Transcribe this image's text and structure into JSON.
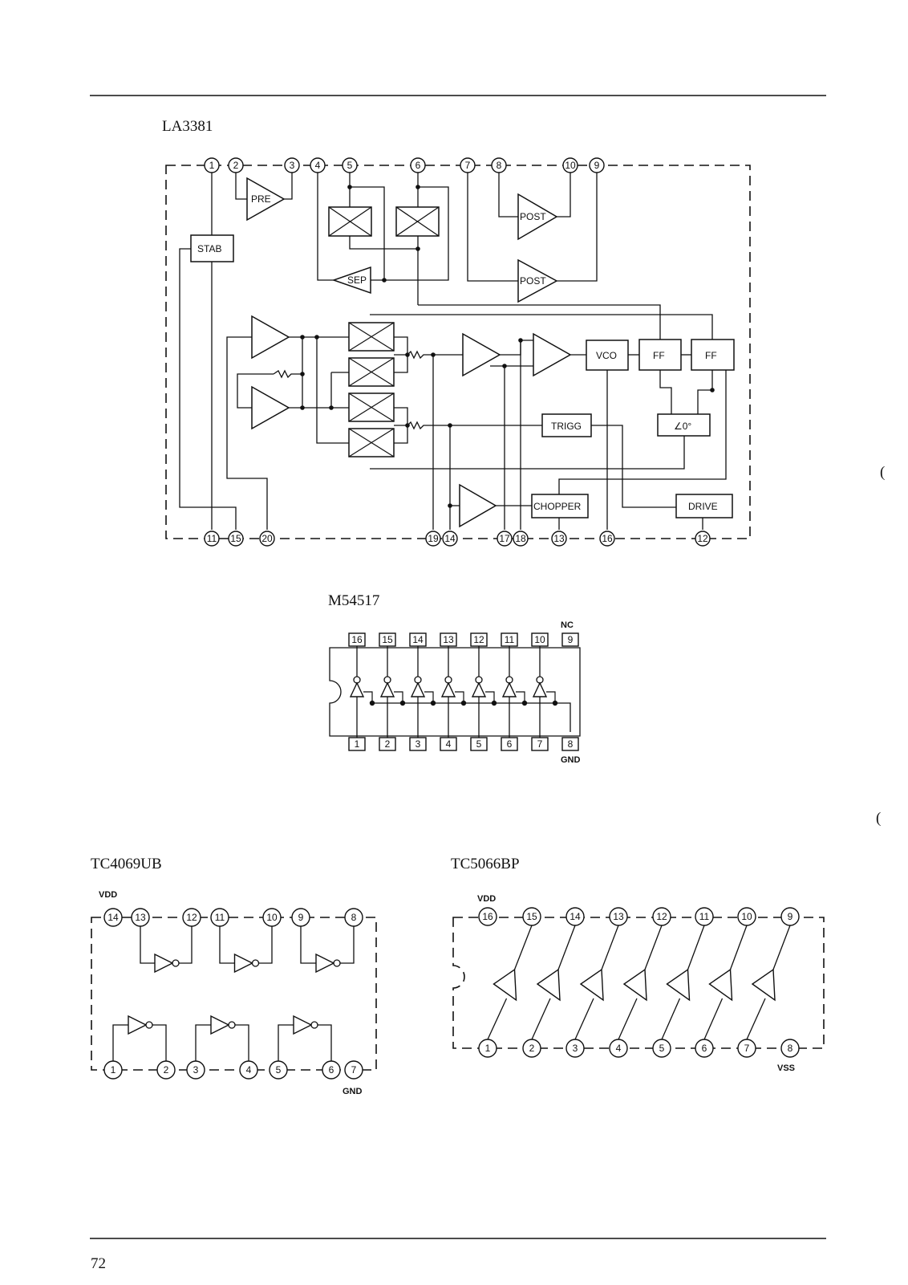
{
  "page_number": "72",
  "diagrams": [
    {
      "title": "LA3381",
      "blocks": [
        "PRE",
        "STAB",
        "SEP",
        "POST",
        "POST",
        "VCO",
        "FF",
        "FF",
        "TRIGG",
        "∠0°",
        "CHOPPER",
        "DRIVE"
      ],
      "top_pins": [
        "1",
        "2",
        "3",
        "4",
        "5",
        "6",
        "7",
        "8",
        "10",
        "9"
      ],
      "bottom_pins": [
        "11",
        "15",
        "20",
        "19",
        "14",
        "17",
        "18",
        "13",
        "16",
        "12"
      ]
    },
    {
      "title": "M54517",
      "top_pins": [
        "16",
        "15",
        "14",
        "13",
        "12",
        "11",
        "10",
        "9"
      ],
      "bottom_pins": [
        "1",
        "2",
        "3",
        "4",
        "5",
        "6",
        "7",
        "8"
      ],
      "nc_label": "NC",
      "gnd_label": "GND"
    },
    {
      "title": "TC4069UB",
      "top_pins": [
        "14",
        "13",
        "12",
        "11",
        "10",
        "9",
        "8"
      ],
      "bottom_pins": [
        "1",
        "2",
        "3",
        "4",
        "5",
        "6",
        "7"
      ],
      "vdd_label": "VDD",
      "gnd_label": "GND"
    },
    {
      "title": "TC5066BP",
      "top_pins": [
        "16",
        "15",
        "14",
        "13",
        "12",
        "11",
        "10",
        "9"
      ],
      "bottom_pins": [
        "1",
        "2",
        "3",
        "4",
        "5",
        "6",
        "7",
        "8"
      ],
      "vdd_label": "VDD",
      "vss_label": "VSS"
    }
  ]
}
